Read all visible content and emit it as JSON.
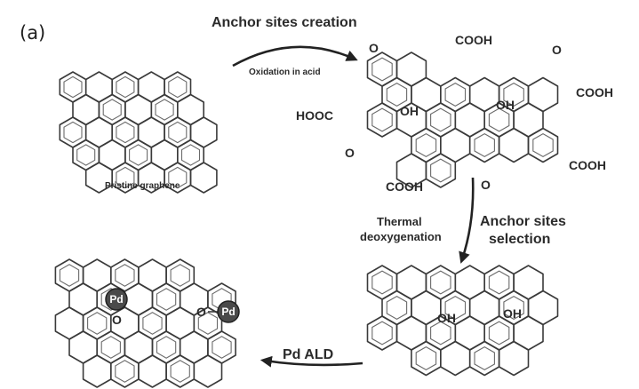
{
  "panel_label": "(a)",
  "steps": {
    "anchor_creation": "Anchor sites creation",
    "oxidation": "Oxidation in acid",
    "thermal_line1": "Thermal",
    "thermal_line2": "deoxygenation",
    "anchor_selection_line1": "Anchor sites",
    "anchor_selection_line2": "selection",
    "pd_ald": "Pd ALD"
  },
  "structures": {
    "pristine": "Pristine graphene"
  },
  "groups": {
    "cooh": "COOH",
    "hooc": "HOOC",
    "oh": "OH",
    "o": "O",
    "pd": "Pd"
  },
  "colors": {
    "ink": "#2b2b2b",
    "pd_fill": "#4a4a4a"
  }
}
